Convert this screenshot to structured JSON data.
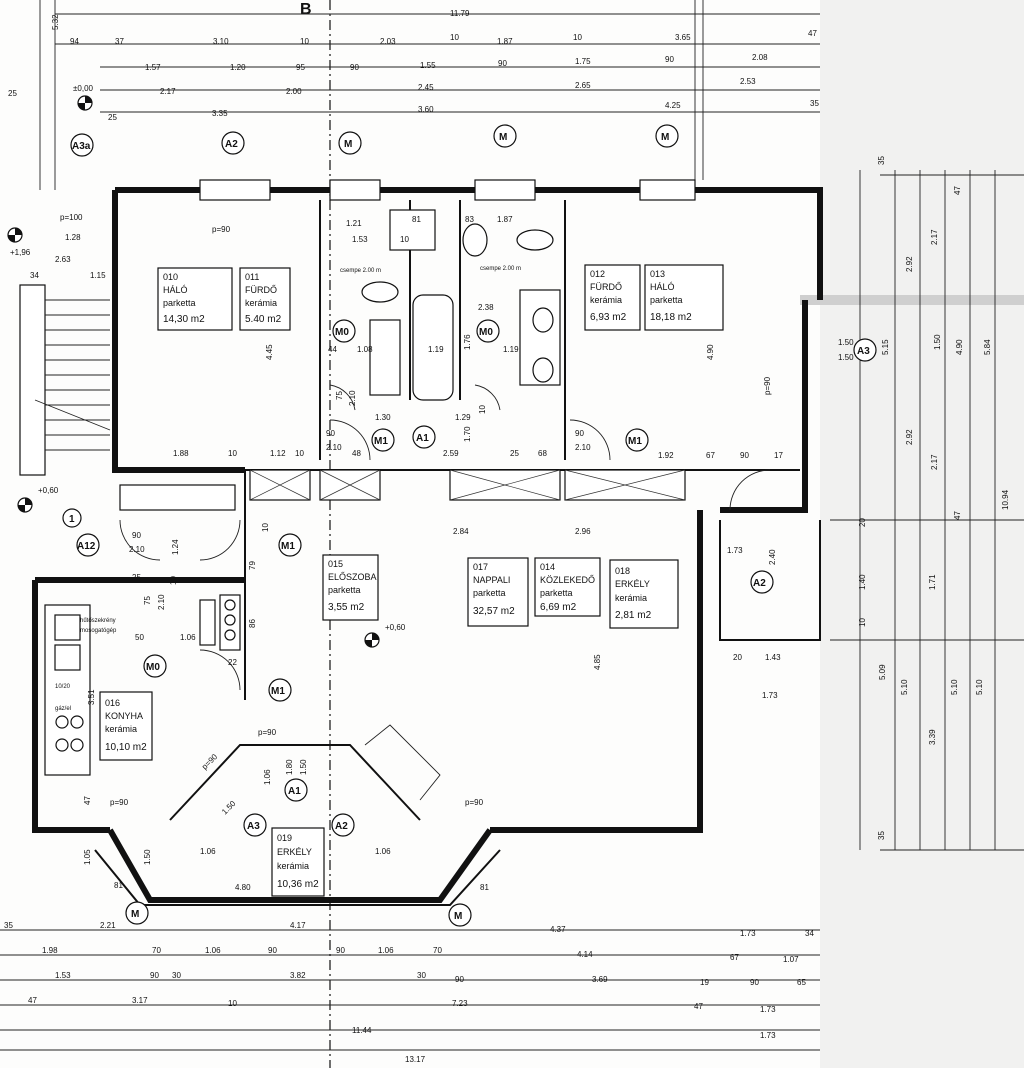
{
  "section_mark": "B",
  "levels": [
    "±0,00",
    "+1,96",
    "+0,60",
    "+0,60"
  ],
  "spot_heights": [
    "p=100",
    "p=90",
    "p=90",
    "p=90",
    "p=90",
    "p=90",
    "p=90"
  ],
  "rooms": [
    {
      "id": "010",
      "name": "HÁLÓ",
      "finish": "parketta",
      "area": "14,30 m2"
    },
    {
      "id": "011",
      "name": "FÜRDŐ",
      "finish": "kerámia",
      "area": "5.40 m2"
    },
    {
      "id": "012",
      "name": "FÜRDŐ",
      "finish": "kerámia",
      "area": "6,93 m2"
    },
    {
      "id": "013",
      "name": "HÁLÓ",
      "finish": "parketta",
      "area": "18,18 m2"
    },
    {
      "id": "015",
      "name": "ELŐSZOBA",
      "finish": "parketta",
      "area": "3,55 m2"
    },
    {
      "id": "017",
      "name": "NAPPALI",
      "finish": "parketta",
      "area": "32,57 m2"
    },
    {
      "id": "014",
      "name": "KÖZLEKEDŐ",
      "finish": "parketta",
      "area": "6,69 m2"
    },
    {
      "id": "018",
      "name": "ERKÉLY",
      "finish": "kerámia",
      "area": "2,81 m2"
    },
    {
      "id": "016",
      "name": "KONYHA",
      "finish": "kerámia",
      "area": "10,10 m2"
    },
    {
      "id": "019",
      "name": "ERKÉLY",
      "finish": "kerámia",
      "area": "10,36 m2"
    }
  ],
  "tags": [
    "A3a",
    "A2",
    "M",
    "M",
    "M",
    "M1",
    "A1",
    "M1",
    "M1",
    "M0",
    "M0",
    "M0",
    "A12",
    "M1",
    "M1",
    "A3",
    "A2",
    "A3",
    "A1",
    "A2",
    "M",
    "M",
    "A2",
    "1"
  ],
  "top_dims": {
    "row1": [
      "5.32",
      "11.79"
    ],
    "row2": [
      "94",
      "37",
      "3.10",
      "10",
      "2.03",
      "10",
      "1.87",
      "10",
      "3.65",
      "47"
    ],
    "row3": [
      "1.57",
      "1.20",
      "95",
      "90",
      "1.55",
      "90",
      "1.75",
      "90",
      "2.08"
    ],
    "row4": [
      "25",
      "2.17",
      "2.00",
      "2.45",
      "2.65",
      "2.53"
    ],
    "row5": [
      "25",
      "3.35",
      "3.60",
      "4.25",
      "35"
    ]
  },
  "bottom_dims": {
    "row1": [
      "35",
      "4.17",
      "4.37",
      "1.73",
      "34"
    ],
    "row2": [
      "1.98",
      "70",
      "1.06",
      "90",
      "90",
      "1.06",
      "70",
      "4.14",
      "67",
      "1.07"
    ],
    "row3": [
      "1.53",
      "90",
      "30",
      "3.82",
      "30",
      "90",
      "3.69",
      "19",
      "90",
      "65"
    ],
    "row4": [
      "47",
      "3.17",
      "10",
      "7.23",
      "47",
      "1.73"
    ],
    "row5": [
      "11.44",
      "1.73"
    ],
    "row6": [
      "13.17"
    ]
  },
  "right_dims": {
    "col1": [
      "35",
      "20",
      "10",
      "35"
    ],
    "col2": [
      "2.92",
      "2.92",
      "5.09"
    ],
    "col3": [
      "47",
      "2.17",
      "1.50",
      "2.17",
      "47",
      "1.71",
      "5.10",
      "3.39"
    ],
    "col4": [
      "4.90",
      "5.10"
    ],
    "col5": [
      "5.84",
      "10.94",
      "5.10"
    ],
    "col6": [
      "5.15",
      "1.40",
      "1.50",
      "1.50"
    ]
  },
  "interior_dims": [
    "1.21",
    "81",
    "1.87",
    "83",
    "1.53",
    "10",
    "1.28",
    "2.63",
    "1.15",
    "34",
    "44",
    "1.08",
    "1.19",
    "1.76",
    "1.19",
    "2.38",
    "4.45",
    "4.90",
    "75",
    "2.10",
    "1.30",
    "1.29",
    "1.70",
    "10",
    "90",
    "2.10",
    "48",
    "1.88",
    "10",
    "1.12",
    "10",
    "2.59",
    "25",
    "68",
    "90",
    "2.10",
    "1.92",
    "67",
    "90",
    "17",
    "2.84",
    "2.96",
    "1.73",
    "2.40",
    "90",
    "2.10",
    "1.24",
    "25",
    "10",
    "75",
    "2.10",
    "50",
    "1.06",
    "86",
    "22",
    "79",
    "10",
    "4.85",
    "1.43",
    "20",
    "1.73",
    "3.51",
    "47",
    "1.05",
    "81",
    "1.06",
    "4.80",
    "1.06",
    "2.21",
    "81",
    "1.06",
    "1.80",
    "1.50",
    "1.50",
    "1.50"
  ],
  "fixture_labels": [
    "csempe 2.00 m",
    "csempe 2.00 m",
    "hűtőszekrény",
    "mosogatógép",
    "10/20",
    "gáz/el"
  ]
}
